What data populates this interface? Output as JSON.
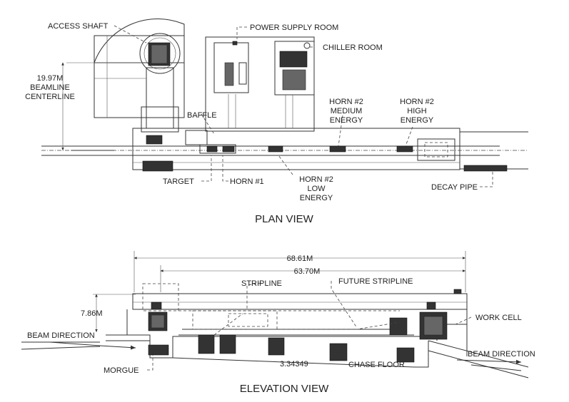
{
  "plan": {
    "title": "PLAN VIEW",
    "labels": {
      "access_shaft": "ACCESS SHAFT",
      "power_supply_room": "POWER SUPPLY ROOM",
      "chiller_room": "CHILLER ROOM",
      "offset_value": "19.97M",
      "offset_caption_1": "BEAMLINE",
      "offset_caption_2": "CENTERLINE",
      "baffle": "BAFFLE",
      "horn2_medium_1": "HORN #2",
      "horn2_medium_2": "MEDIUM",
      "horn2_medium_3": "ENERGY",
      "horn2_high_1": "HORN #2",
      "horn2_high_2": "HIGH",
      "horn2_high_3": "ENERGY",
      "target": "TARGET",
      "horn1": "HORN #1",
      "horn2_low_1": "HORN #2",
      "horn2_low_2": "LOW",
      "horn2_low_3": "ENERGY",
      "decay_pipe": "DECAY PIPE"
    }
  },
  "elevation": {
    "title": "ELEVATION VIEW",
    "labels": {
      "dim_overall": "68.61M",
      "dim_inner": "63.70M",
      "stripline": "STRIPLINE",
      "future_stripline": "FUTURE STRIPLINE",
      "height": "7.86M",
      "work_cell": "WORK CELL",
      "beam_direction_in": "BEAM DIRECTION",
      "beam_direction_out": "BEAM DIRECTION",
      "morgue": "MORGUE",
      "slope": "3.34349",
      "chase_floor": "CHASE FLOOR"
    }
  }
}
